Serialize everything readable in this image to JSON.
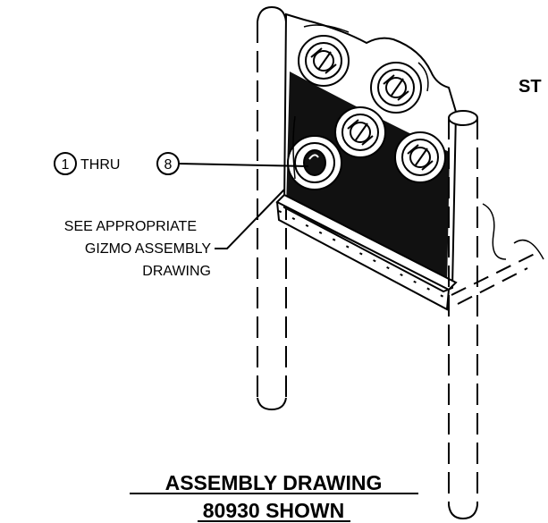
{
  "callout": {
    "start_number": "1",
    "connector": "THRU",
    "end_number": "8"
  },
  "note": {
    "line1": "SEE APPROPRIATE",
    "line2": "GIZMO ASSEMBLY",
    "line3": "DRAWING"
  },
  "cut_label": "ST",
  "title": {
    "line1": "ASSEMBLY DRAWING",
    "line2": "80930 SHOWN"
  },
  "colors": {
    "ink": "#000000",
    "paper": "#ffffff"
  }
}
